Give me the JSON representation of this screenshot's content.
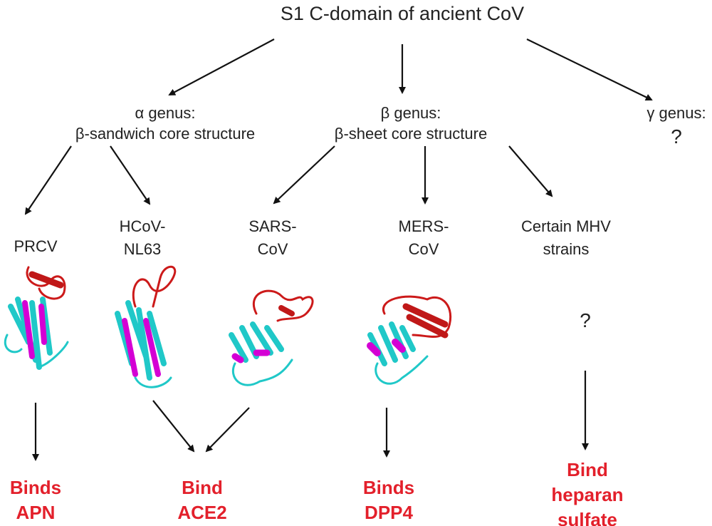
{
  "title": "S1 C-domain of ancient CoV",
  "genera": {
    "alpha": {
      "line1": "α genus:",
      "line2": "β-sandwich core structure"
    },
    "beta": {
      "line1": "β genus:",
      "line2": "β-sheet core structure"
    },
    "gamma": {
      "line1": "γ genus:",
      "line2": "?"
    }
  },
  "viruses": {
    "prcv": "PRCV",
    "hcov": {
      "line1": "HCoV-",
      "line2": "NL63"
    },
    "sars": {
      "line1": "SARS-",
      "line2": "CoV"
    },
    "mers": {
      "line1": "MERS-",
      "line2": "CoV"
    },
    "mhv": {
      "line1": "Certain MHV",
      "line2": "strains"
    },
    "mhv_structure": "?"
  },
  "receptors": {
    "apn": {
      "line1": "Binds",
      "line2": "APN"
    },
    "ace2": {
      "line1": "Bind",
      "line2": "ACE2"
    },
    "dpp4": {
      "line1": "Binds",
      "line2": "DPP4"
    },
    "heparan": {
      "line1": "Bind",
      "line2": "heparan",
      "line3": "sulfate"
    }
  },
  "colors": {
    "receptor_text": "#e3202b",
    "beta_strand": "#d400d4",
    "helix_core": "#20c8c8",
    "loop": "#cc1a1a"
  }
}
